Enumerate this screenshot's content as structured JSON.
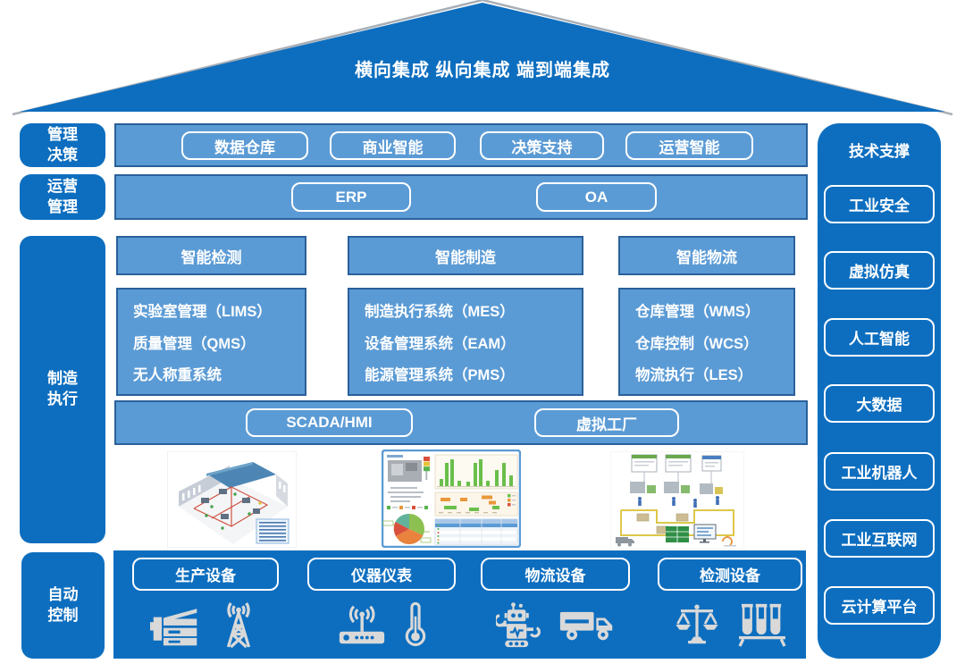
{
  "roof": {
    "title": "横向集成 纵向集成 端到端集成"
  },
  "side_labels": {
    "decision": "管理\n决策",
    "operation": "运营\n管理",
    "execution": "制造\n执行",
    "control": "自动\n控制"
  },
  "decision_row": {
    "buttons": [
      "数据仓库",
      "商业智能",
      "决策支持",
      "运营智能"
    ]
  },
  "operation_row": {
    "buttons": [
      "ERP",
      "OA"
    ]
  },
  "execution_columns": [
    {
      "header": "智能检测",
      "items": [
        "实验室管理（LIMS）",
        "质量管理（QMS）",
        "无人称重系统"
      ]
    },
    {
      "header": "智能制造",
      "items": [
        "制造执行系统（MES）",
        "设备管理系统（EAM）",
        "能源管理系统（PMS）"
      ]
    },
    {
      "header": "智能物流",
      "items": [
        "仓库管理（WMS）",
        "仓库控制（WCS）",
        "物流执行（LES）"
      ]
    }
  ],
  "scada_row": {
    "buttons": [
      "SCADA/HMI",
      "虚拟工厂"
    ]
  },
  "thumbnails": [
    {
      "name": "factory-3d-layout"
    },
    {
      "name": "equipment-monitoring-dashboard"
    },
    {
      "name": "production-line-simulation"
    }
  ],
  "control_row": {
    "groups": [
      {
        "label": "生产设备",
        "icons": [
          "printer-icon",
          "radio-tower-icon"
        ]
      },
      {
        "label": "仪器仪表",
        "icons": [
          "wireless-router-icon",
          "thermometer-icon"
        ]
      },
      {
        "label": "物流设备",
        "icons": [
          "robot-icon",
          "truck-icon"
        ]
      },
      {
        "label": "检测设备",
        "icons": [
          "balance-scale-icon",
          "test-tubes-icon"
        ]
      }
    ]
  },
  "tech_column": {
    "header": "技术支撑",
    "buttons": [
      "工业安全",
      "虚拟仿真",
      "人工智能",
      "大数据",
      "工业机器人",
      "工业互联网",
      "云计算平台"
    ]
  },
  "colors": {
    "primary_blue": "#0d6ebf",
    "panel_blue": "#5b9bd5",
    "panel_border": "#2a6099",
    "icon_gray": "#d9d9d9",
    "text": "#ffffff"
  }
}
